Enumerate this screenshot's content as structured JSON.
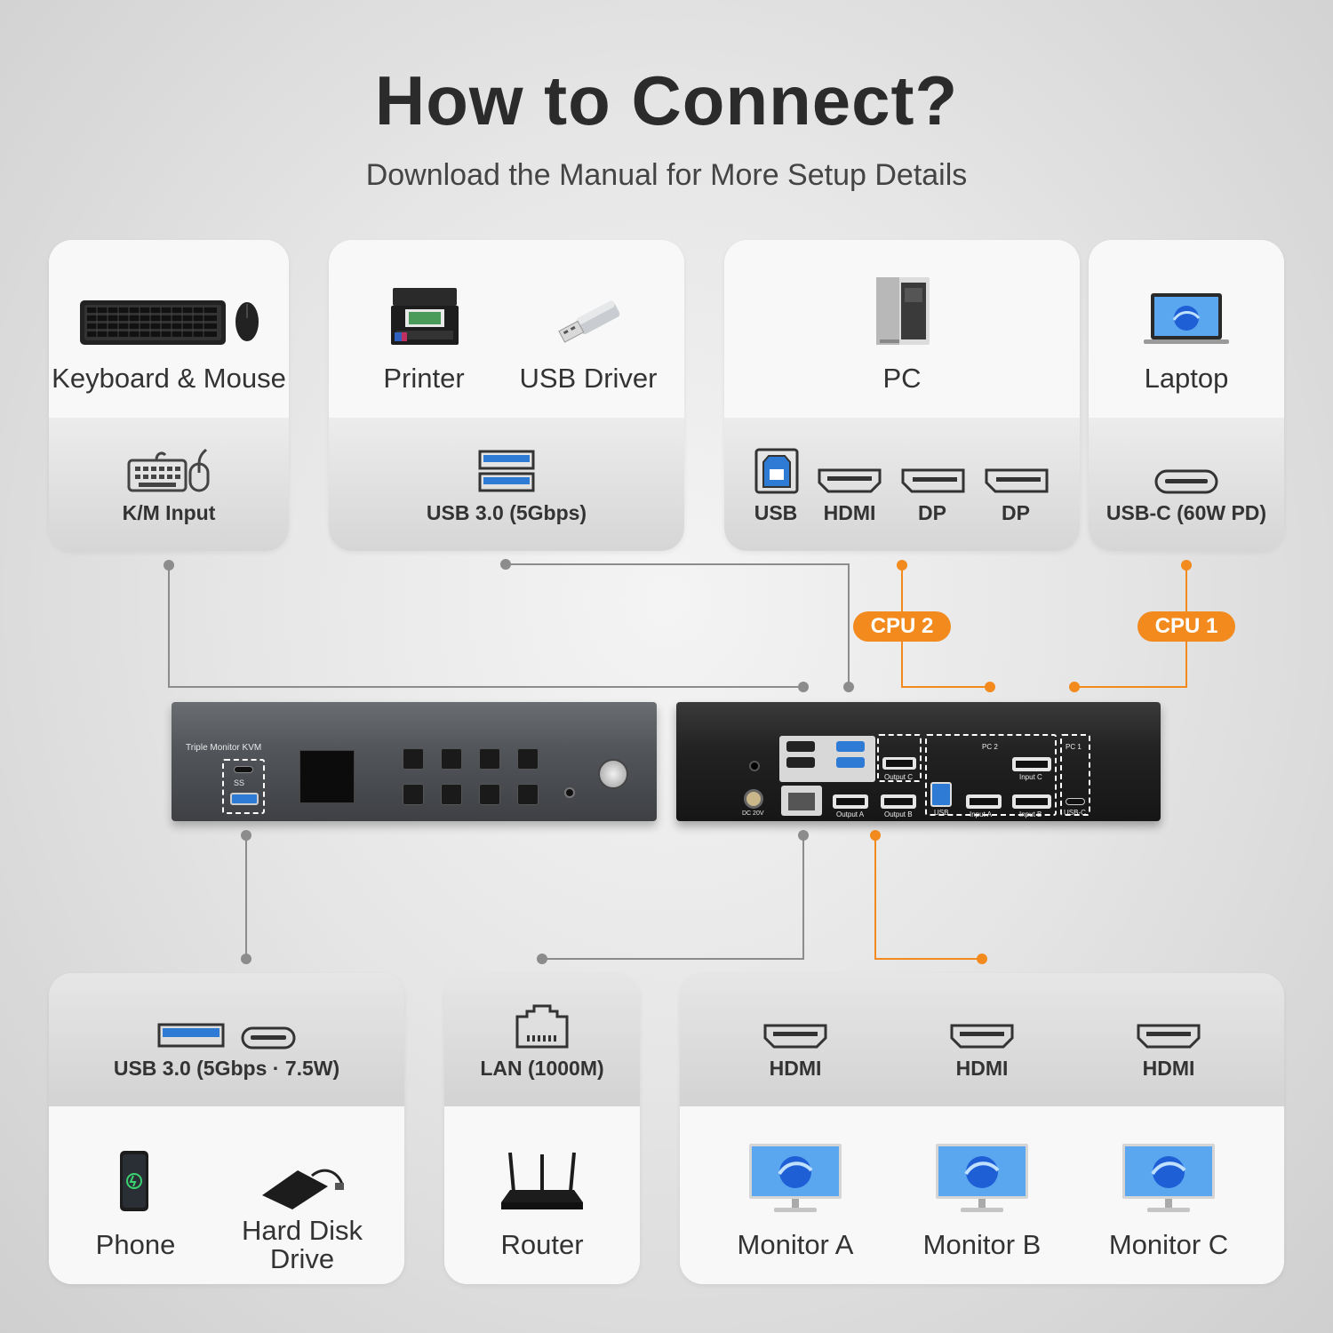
{
  "header": {
    "title": "How to Connect?",
    "subtitle": "Download the Manual for More Setup Details"
  },
  "top_cards": {
    "km": {
      "device": "Keyboard & Mouse",
      "port": "K/M Input"
    },
    "usb": {
      "devices": [
        "Printer",
        "USB Driver"
      ],
      "port": "USB 3.0 (5Gbps)"
    },
    "pc": {
      "device": "PC",
      "ports": [
        "USB",
        "HDMI",
        "DP",
        "DP"
      ]
    },
    "laptop": {
      "device": "Laptop",
      "port": "USB-C (60W PD)"
    }
  },
  "badges": {
    "cpu2": "CPU 2",
    "cpu1": "CPU 1"
  },
  "kvm": {
    "front_label": "Triple Monitor KVM",
    "ss_label": "SS",
    "dc_label": "DC 20V",
    "port_labels": [
      "Output C",
      "Output A",
      "Output B",
      "USB",
      "Input A",
      "Input B",
      "Input C",
      "USB-C"
    ],
    "group_labels": [
      "PC 2",
      "PC 1"
    ]
  },
  "bottom_cards": {
    "usb": {
      "port": "USB 3.0 (5Gbps · 7.5W)",
      "devices": [
        "Phone",
        "Hard Disk Drive"
      ]
    },
    "lan": {
      "port": "LAN (1000M)",
      "device": "Router"
    },
    "monitors": {
      "ports": [
        "HDMI",
        "HDMI",
        "HDMI"
      ],
      "devices": [
        "Monitor A",
        "Monitor B",
        "Monitor C"
      ]
    }
  },
  "colors": {
    "accent": "#f28a1e",
    "usb_blue": "#2e7bd6",
    "line": "#8c8c8c"
  },
  "icons": [
    "keyboard-icon",
    "mouse-icon",
    "printer-icon",
    "usb-stick-icon",
    "pc-tower-icon",
    "laptop-icon",
    "km-port-icon",
    "usb-a-icon",
    "usb-b-icon",
    "hdmi-icon",
    "displayport-icon",
    "usb-c-icon",
    "ethernet-icon",
    "phone-icon",
    "hard-disk-icon",
    "router-icon",
    "monitor-icon"
  ]
}
